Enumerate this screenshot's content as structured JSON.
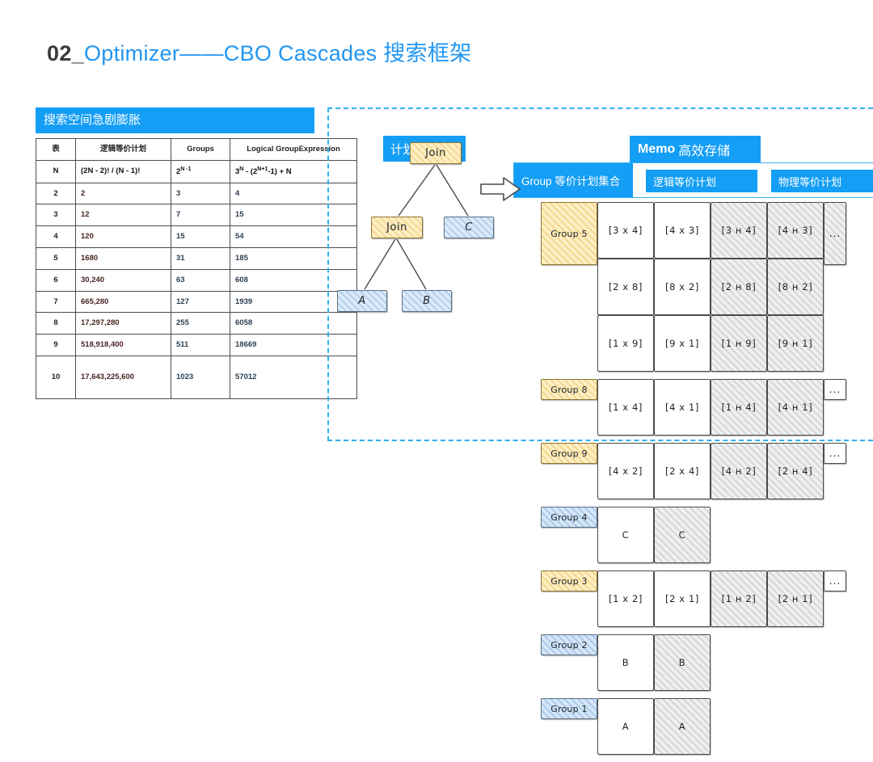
{
  "title": {
    "prefix": "02_",
    "main": "Optimizer——CBO  Cascades 搜索框架"
  },
  "left": {
    "caption": "搜索空间急剧膨胀",
    "table": {
      "headers": [
        "表",
        "逻辑等价计划",
        "Groups",
        "Logical GroupExpression"
      ],
      "formula_row": {
        "n": "N",
        "plans": "(2N - 2)! / (N - 1)!",
        "groups_base": "2",
        "groups_exp": "N -1",
        "expr": "3ᴺ - (2ᴺ⁺¹-1) + N",
        "expr_parts": {
          "a_base": "3",
          "a_exp": "N",
          "b_base": "2",
          "b_exp": "N+1",
          "tail": "-1) + N"
        }
      },
      "rows": [
        {
          "n": "2",
          "plans": "2",
          "groups": "3",
          "expr": "4"
        },
        {
          "n": "3",
          "plans": "12",
          "groups": "7",
          "expr": "15"
        },
        {
          "n": "4",
          "plans": "120",
          "groups": "15",
          "expr": "54"
        },
        {
          "n": "5",
          "plans": "1680",
          "groups": "31",
          "expr": "185"
        },
        {
          "n": "6",
          "plans": "30,240",
          "groups": "63",
          "expr": "608"
        },
        {
          "n": "7",
          "plans": "665,280",
          "groups": "127",
          "expr": "1939"
        },
        {
          "n": "8",
          "plans": "17,297,280",
          "groups": "255",
          "expr": "6058"
        },
        {
          "n": "9",
          "plans": "518,918,400",
          "groups": "511",
          "expr": "18669"
        },
        {
          "n": "10",
          "plans": "17,643,225,600",
          "groups": "1023",
          "expr": "57012"
        }
      ]
    }
  },
  "right": {
    "plan_label": "计划",
    "memo_title_bold": "Memo",
    "memo_title_thin": "高效存储",
    "band": {
      "group_set": "Group 等价计划集合",
      "logical": "逻辑等价计划",
      "physical": "物理等价计划"
    },
    "tree": {
      "join_top": "Join",
      "join_mid": "Join",
      "rel_c": "C",
      "rel_a": "A",
      "rel_b": "B"
    },
    "memo_rows": [
      {
        "group": "Group 5",
        "group_color": "orange",
        "tall": true,
        "ellipsis": "...",
        "lines": [
          {
            "logical": [
              "[3 x 4]",
              "[4 x 3]"
            ],
            "physical": [
              "[3 н 4]",
              "[4 н 3]"
            ]
          },
          {
            "logical": [
              "[2 x 8]",
              "[8 x 2]"
            ],
            "physical": [
              "[2 н 8]",
              "[8 н 2]"
            ]
          },
          {
            "logical": [
              "[1 x 9]",
              "[9 x 1]"
            ],
            "physical": [
              "[1 н 9]",
              "[9 н 1]"
            ]
          }
        ]
      },
      {
        "group": "Group 8",
        "group_color": "orange",
        "tall": false,
        "ellipsis": "...",
        "lines": [
          {
            "logical": [
              "[1 x 4]",
              "[4 x 1]"
            ],
            "physical": [
              "[1 н 4]",
              "[4 н 1]"
            ]
          }
        ]
      },
      {
        "group": "Group 9",
        "group_color": "orange",
        "tall": false,
        "ellipsis": "...",
        "lines": [
          {
            "logical": [
              "[4 x 2]",
              "[2 x 4]"
            ],
            "physical": [
              "[4 н 2]",
              "[2 н 4]"
            ]
          }
        ]
      },
      {
        "group": "Group 4",
        "group_color": "blue",
        "tall": false,
        "ellipsis": "",
        "lines": [
          {
            "logical": [
              "C"
            ],
            "physical": [
              "C"
            ]
          }
        ]
      },
      {
        "group": "Group 3",
        "group_color": "orange",
        "tall": false,
        "ellipsis": "...",
        "lines": [
          {
            "logical": [
              "[1 x 2]",
              "[2 x 1]"
            ],
            "physical": [
              "[1 н 2]",
              "[2 н 1]"
            ]
          }
        ]
      },
      {
        "group": "Group 2",
        "group_color": "blue",
        "tall": false,
        "ellipsis": "",
        "lines": [
          {
            "logical": [
              "B"
            ],
            "physical": [
              "B"
            ]
          }
        ]
      },
      {
        "group": "Group 1",
        "group_color": "blue",
        "tall": false,
        "ellipsis": "",
        "lines": [
          {
            "logical": [
              "A"
            ],
            "physical": [
              "A"
            ]
          }
        ]
      }
    ]
  },
  "colors": {
    "accent_blue": "#149ef5",
    "title_blue": "#2196f3",
    "dashed_border": "#2fb0f0",
    "orange_fill": "#fdeec4",
    "blue_fill": "#ddeaf8",
    "hatch_gray": "#f0f0f0"
  }
}
